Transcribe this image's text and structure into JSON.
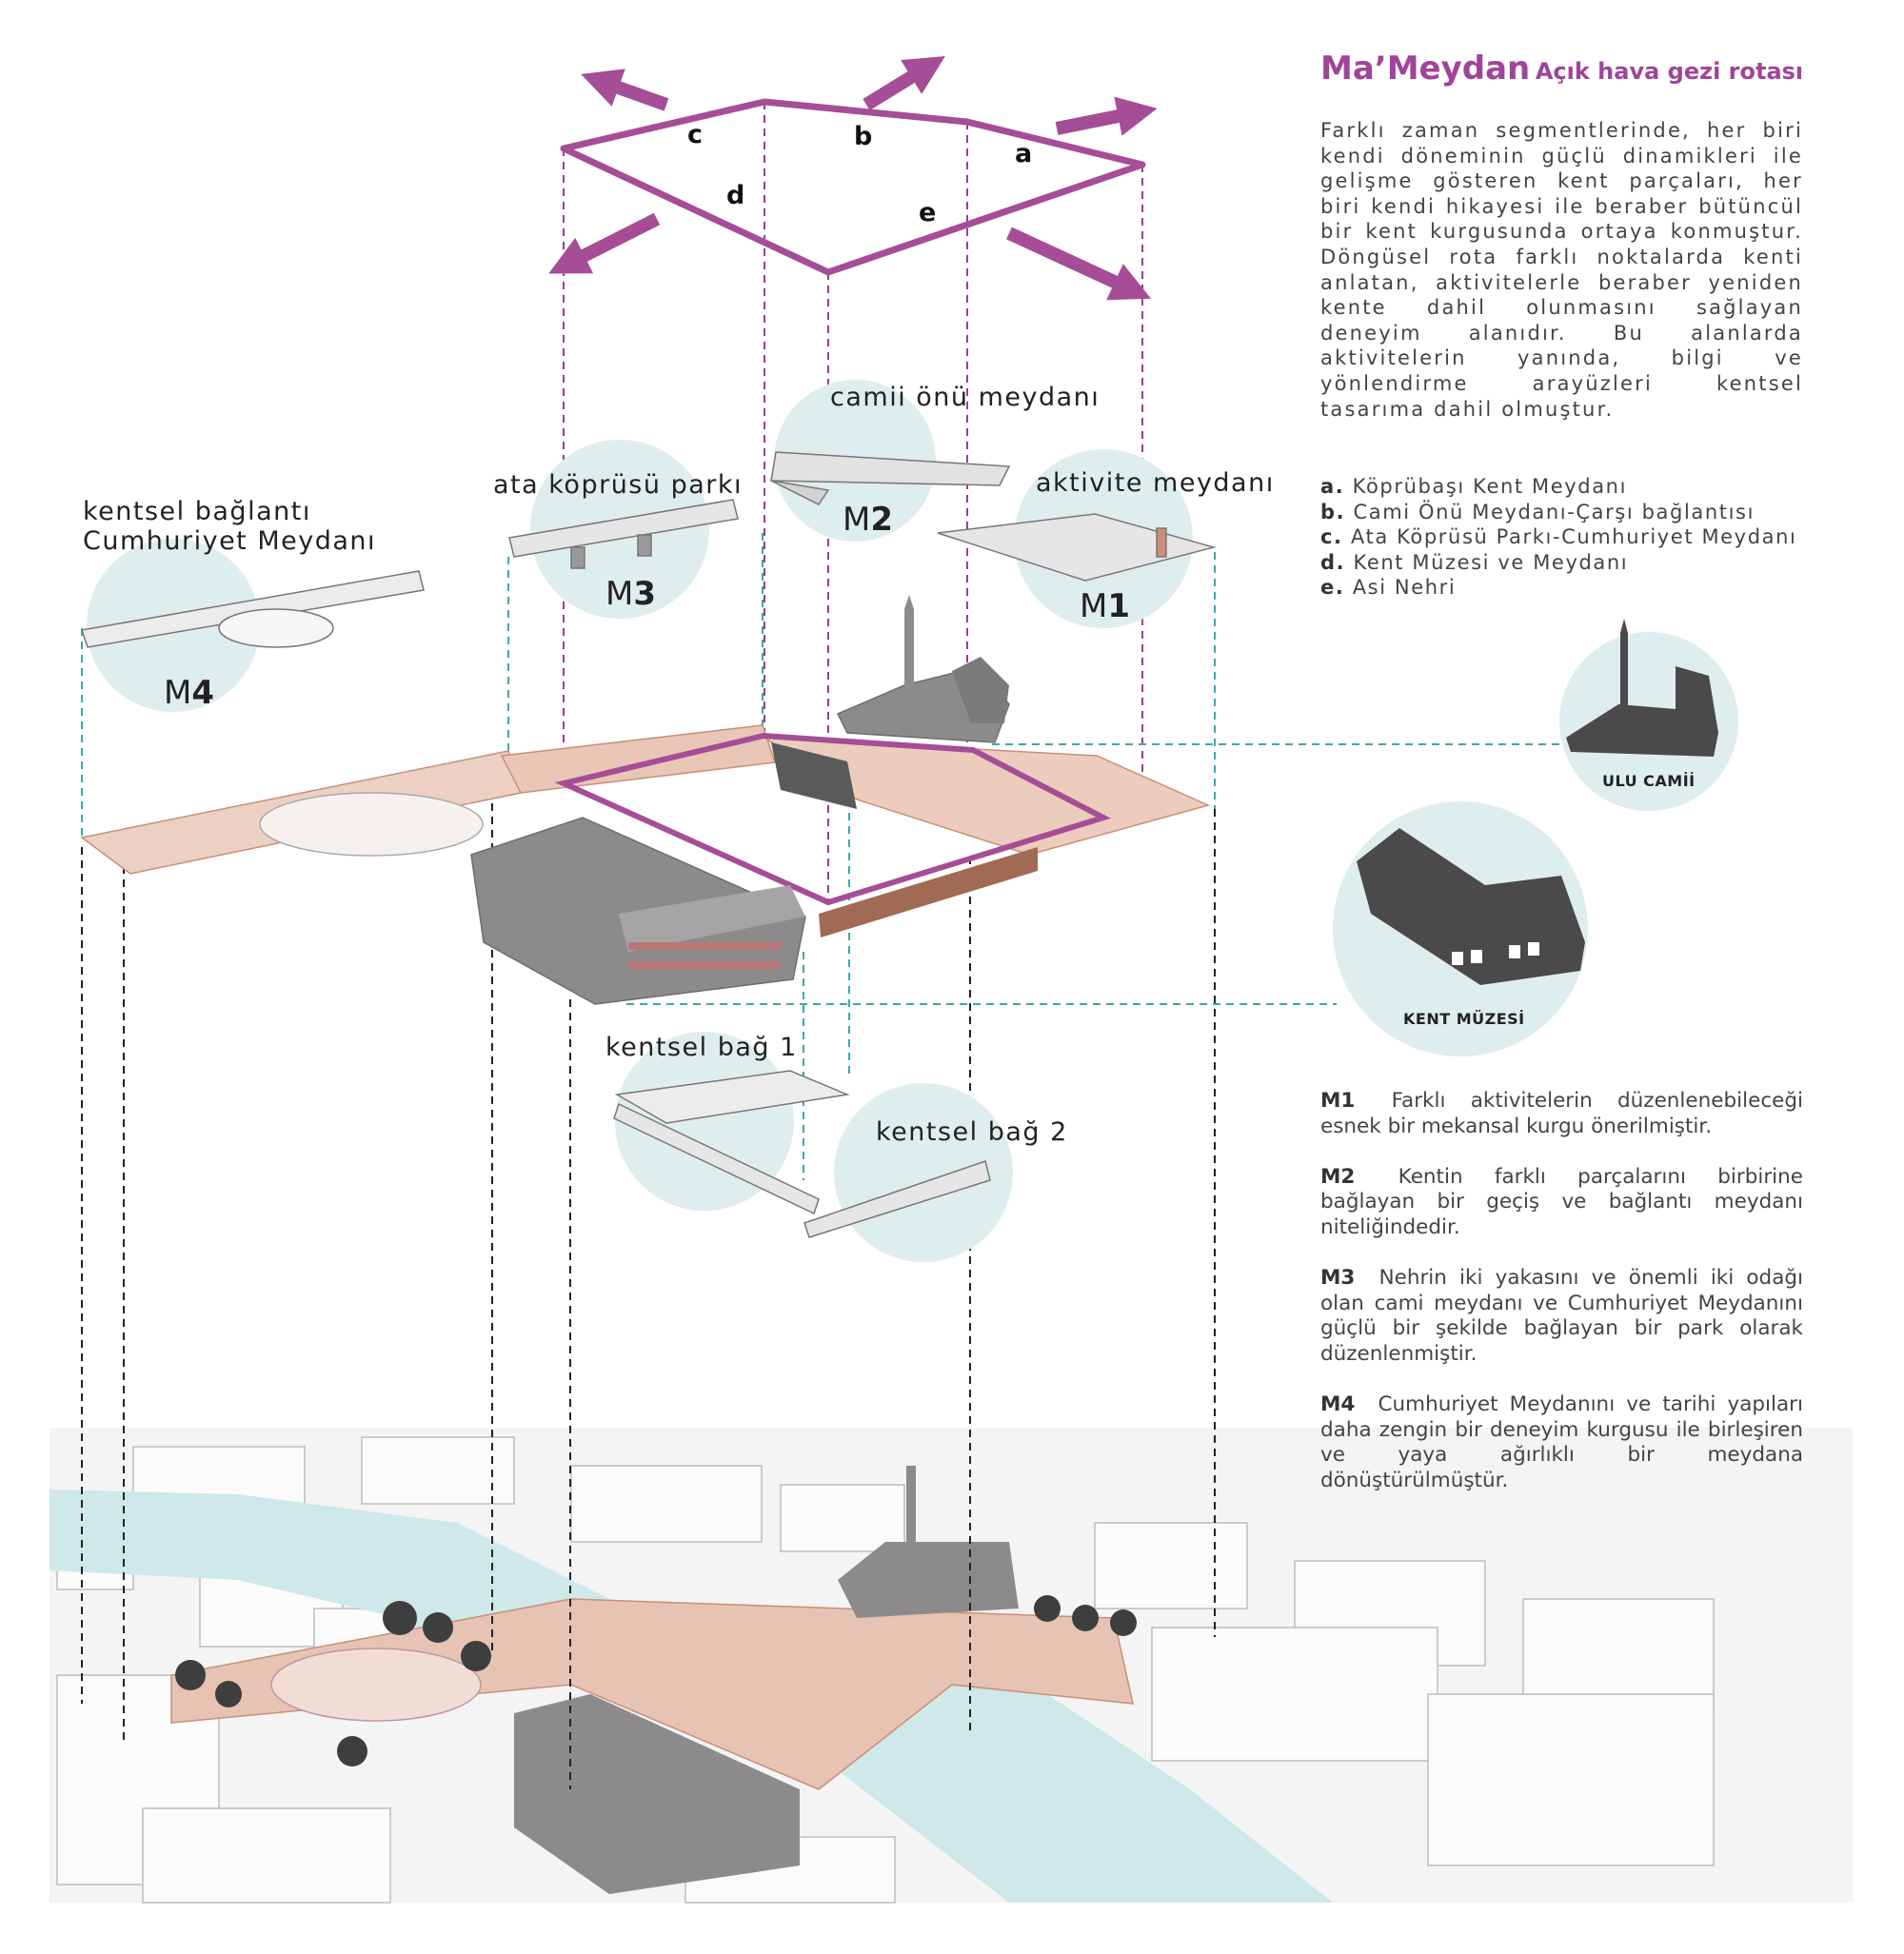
{
  "title": {
    "main": "Ma’Meydan",
    "sub": "Açık hava gezi rotası"
  },
  "intro": "Farklı zaman segmentlerinde, her biri kendi döneminin güçlü dinamikleri ile gelişme gösteren kent parçaları, her biri kendi hikayesi ile beraber bütüncül bir kent kurgusunda ortaya konmuştur. Döngüsel rota farklı noktalarda kenti anlatan, aktivitelerle beraber yeniden kente dahil olunmasını sağlayan deneyim alanıdır. Bu alanlarda aktivitelerin yanında, bilgi ve yönlendirme arayüzleri kentsel tasarıma dahil olmuştur.",
  "legend": [
    {
      "key": "a.",
      "text": "Köprübaşı Kent Meydanı"
    },
    {
      "key": "b.",
      "text": "Cami Önü Meydanı-Çarşı bağlantısı"
    },
    {
      "key": "c.",
      "text": "Ata Köprüsü Parkı-Cumhuriyet Meydanı"
    },
    {
      "key": "d.",
      "text": "Kent Müzesi ve Meydanı"
    },
    {
      "key": "e.",
      "text": "Asi Nehri"
    }
  ],
  "segments": {
    "a": "a",
    "b": "b",
    "c": "c",
    "d": "d",
    "e": "e"
  },
  "labels": {
    "camii": "camii önü meydanı",
    "ata": "ata köprüsü parkı",
    "aktivite": "aktivite meydanı",
    "kentsel_1": "kentsel bağlantı",
    "kentsel_2": "Cumhuriyet Meydanı",
    "bag1": "kentsel bağ 1",
    "bag2": "kentsel bağ 2",
    "ulu_camii": "ULU CAMİİ",
    "kent_muzesi": "KENT MÜZESİ"
  },
  "markers": {
    "m1_pre": "M",
    "m1_num": "1",
    "m2_pre": "M",
    "m2_num": "2",
    "m3_pre": "M",
    "m3_num": "3",
    "m4_pre": "M",
    "m4_num": "4"
  },
  "descriptions": [
    {
      "key": "M1",
      "text": "Farklı aktivitelerin düzenlenebileceği esnek bir mekansal kurgu önerilmiştir."
    },
    {
      "key": "M2",
      "text": "Kentin farklı parçalarını birbirine bağlayan bir geçiş ve bağlantı meydanı niteliğindedir."
    },
    {
      "key": "M3",
      "text": "Nehrin iki yakasını ve önemli iki odağı olan cami meydanı ve Cumhuriyet Meydanını güçlü bir şekilde bağlayan bir park olarak düzenlenmiştir."
    },
    {
      "key": "M4",
      "text": "Cumhuriyet Meydanını ve tarihi yapıları daha zengin bir deneyim kurgusu ile birleşiren ve yaya ağırlıklı bir meydana dönüştürülmüştür."
    }
  ],
  "colors": {
    "accent": "#a0449a",
    "circle": "#deeeee",
    "teal": "#3aa9a9",
    "deck": "#e7c3b3",
    "building": "#8d8a8c",
    "river": "#cfe8ea"
  }
}
